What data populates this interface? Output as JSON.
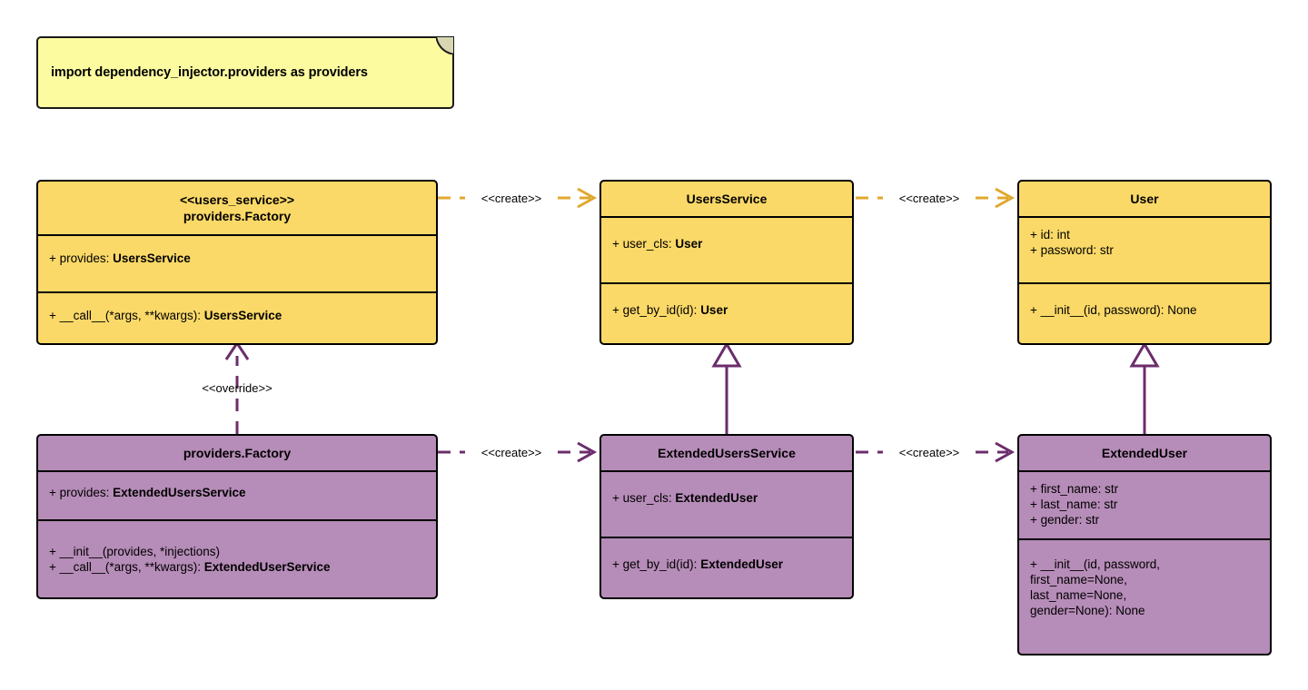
{
  "diagram": {
    "type": "uml-class-diagram",
    "background": "#ffffff",
    "colors": {
      "yellow_fill": "#FBD968",
      "purple_fill": "#B68CB8",
      "note_fill": "#FCFBA0",
      "yellow_edge": "#E0A82E",
      "purple_edge": "#6B2D6B",
      "border": "#000000"
    }
  },
  "note": {
    "name": "import-note",
    "text": "import dependency_injector.providers as providers"
  },
  "classes": {
    "users_service_factory": {
      "stereotype": "<<users_service>>",
      "title": "providers.Factory",
      "attributes": [
        {
          "prefix": "+ provides: ",
          "bold": "UsersService"
        }
      ],
      "methods": [
        {
          "prefix": "+ __call__(*args, **kwargs): ",
          "bold": "UsersService"
        }
      ]
    },
    "users_service": {
      "stereotype": "",
      "title": "UsersService",
      "attributes": [
        {
          "prefix": "+ user_cls: ",
          "bold": "User"
        }
      ],
      "methods": [
        {
          "prefix": "+ get_by_id(id): ",
          "bold": "User"
        }
      ]
    },
    "user": {
      "stereotype": "",
      "title": "User",
      "attributes": [
        {
          "prefix": "+ id: int",
          "bold": ""
        },
        {
          "prefix": "+ password: str",
          "bold": ""
        }
      ],
      "methods": [
        {
          "prefix": "+ __init__(id, password): None",
          "bold": ""
        }
      ]
    },
    "extended_factory": {
      "stereotype": "",
      "title": "providers.Factory",
      "attributes": [
        {
          "prefix": "+ provides: ",
          "bold": "ExtendedUsersService"
        }
      ],
      "methods": [
        {
          "prefix": "+ __init__(provides, *injections)",
          "bold": ""
        },
        {
          "prefix": "+ __call__(*args, **kwargs): ",
          "bold": "ExtendedUserService"
        }
      ]
    },
    "extended_users_service": {
      "stereotype": "",
      "title": "ExtendedUsersService",
      "attributes": [
        {
          "prefix": "+ user_cls: ",
          "bold": "ExtendedUser"
        }
      ],
      "methods": [
        {
          "prefix": "+ get_by_id(id): ",
          "bold": "ExtendedUser"
        }
      ]
    },
    "extended_user": {
      "stereotype": "",
      "title": "ExtendedUser",
      "attributes": [
        {
          "prefix": "+ first_name: str",
          "bold": ""
        },
        {
          "prefix": "+ last_name: str",
          "bold": ""
        },
        {
          "prefix": "+ gender: str",
          "bold": ""
        }
      ],
      "methods": [
        {
          "prefix": "+ __init__(id, password,\nfirst_name=None,\nlast_name=None,\ngender=None): None",
          "bold": ""
        }
      ]
    }
  },
  "edges": {
    "create_top": {
      "label": "<<create>>",
      "style": "dashed",
      "arrow": "open",
      "color": "#E0A82E"
    },
    "create_top2": {
      "label": "<<create>>",
      "style": "dashed",
      "arrow": "open",
      "color": "#E0A82E"
    },
    "override": {
      "label": "<<override>>",
      "style": "dashed",
      "arrow": "open",
      "color": "#6B2D6B"
    },
    "create_bottom": {
      "label": "<<create>>",
      "style": "dashed",
      "arrow": "open",
      "color": "#6B2D6B"
    },
    "create_bottom2": {
      "label": "<<create>>",
      "style": "dashed",
      "arrow": "open",
      "color": "#6B2D6B"
    },
    "inherit_service": {
      "label": "",
      "style": "solid",
      "arrow": "triangle",
      "color": "#6B2D6B"
    },
    "inherit_user": {
      "label": "",
      "style": "solid",
      "arrow": "triangle",
      "color": "#6B2D6B"
    }
  }
}
